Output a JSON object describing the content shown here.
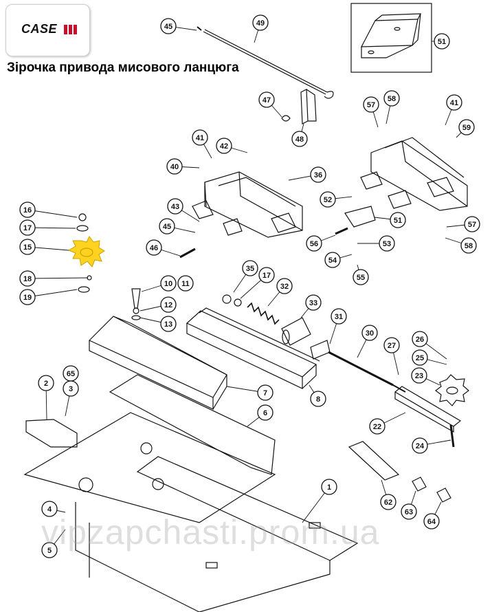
{
  "brand": {
    "logo_text": "CASE",
    "accent": "#c8102e"
  },
  "title": "Зірочка привода мисового ланцюга",
  "watermark": "vipzapchasti.prom.ua",
  "callouts": [
    {
      "id": "c45a",
      "label": "45"
    },
    {
      "id": "c49",
      "label": "49"
    },
    {
      "id": "c51a",
      "label": "51"
    },
    {
      "id": "c47",
      "label": "47"
    },
    {
      "id": "c48",
      "label": "48"
    },
    {
      "id": "c57a",
      "label": "57"
    },
    {
      "id": "c58a",
      "label": "58"
    },
    {
      "id": "c41a",
      "label": "41"
    },
    {
      "id": "c59",
      "label": "59"
    },
    {
      "id": "c41b",
      "label": "41"
    },
    {
      "id": "c42",
      "label": "42"
    },
    {
      "id": "c40",
      "label": "40"
    },
    {
      "id": "c36",
      "label": "36"
    },
    {
      "id": "c52",
      "label": "52"
    },
    {
      "id": "c43",
      "label": "43"
    },
    {
      "id": "c51b",
      "label": "51"
    },
    {
      "id": "c57b",
      "label": "57"
    },
    {
      "id": "c45b",
      "label": "45"
    },
    {
      "id": "c58b",
      "label": "58"
    },
    {
      "id": "c56",
      "label": "56"
    },
    {
      "id": "c53",
      "label": "53"
    },
    {
      "id": "c46",
      "label": "46"
    },
    {
      "id": "c54",
      "label": "54"
    },
    {
      "id": "c55",
      "label": "55"
    },
    {
      "id": "c16",
      "label": "16"
    },
    {
      "id": "c17a",
      "label": "17"
    },
    {
      "id": "c15",
      "label": "15"
    },
    {
      "id": "c18",
      "label": "18"
    },
    {
      "id": "c19",
      "label": "19"
    },
    {
      "id": "c35",
      "label": "35"
    },
    {
      "id": "c17b",
      "label": "17"
    },
    {
      "id": "c10",
      "label": "10"
    },
    {
      "id": "c11",
      "label": "11"
    },
    {
      "id": "c32",
      "label": "32"
    },
    {
      "id": "c12",
      "label": "12"
    },
    {
      "id": "c33",
      "label": "33"
    },
    {
      "id": "c13",
      "label": "13"
    },
    {
      "id": "c31",
      "label": "31"
    },
    {
      "id": "c30",
      "label": "30"
    },
    {
      "id": "c27",
      "label": "27"
    },
    {
      "id": "c26",
      "label": "26"
    },
    {
      "id": "c25",
      "label": "25"
    },
    {
      "id": "c23",
      "label": "23"
    },
    {
      "id": "c2",
      "label": "2"
    },
    {
      "id": "c65",
      "label": "65"
    },
    {
      "id": "c3",
      "label": "3"
    },
    {
      "id": "c7",
      "label": "7"
    },
    {
      "id": "c8",
      "label": "8"
    },
    {
      "id": "c6",
      "label": "6"
    },
    {
      "id": "c22",
      "label": "22"
    },
    {
      "id": "c24",
      "label": "24"
    },
    {
      "id": "c1",
      "label": "1"
    },
    {
      "id": "c62",
      "label": "62"
    },
    {
      "id": "c63",
      "label": "63"
    },
    {
      "id": "c64",
      "label": "64"
    },
    {
      "id": "c4",
      "label": "4"
    },
    {
      "id": "c5",
      "label": "5"
    }
  ],
  "highlight_color": "#ffd21f",
  "line_color": "#111111"
}
